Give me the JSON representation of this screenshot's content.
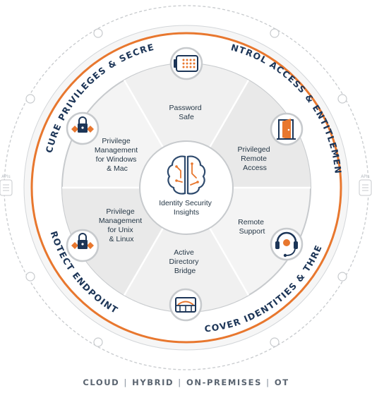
{
  "center": {
    "lines": [
      "Identity Security",
      "Insights"
    ]
  },
  "segments": [
    {
      "id": "password-safe",
      "lines": [
        "Password",
        "Safe"
      ]
    },
    {
      "id": "privileged-remote-access",
      "lines": [
        "Privileged",
        "Remote",
        "Access"
      ]
    },
    {
      "id": "remote-support",
      "lines": [
        "Remote",
        "Support"
      ]
    },
    {
      "id": "active-directory-bridge",
      "lines": [
        "Active",
        "Directory",
        "Bridge"
      ]
    },
    {
      "id": "privilege-management-unix-linux",
      "lines": [
        "Privilege",
        "Management",
        "for Unix",
        "& Linux"
      ]
    },
    {
      "id": "privilege-management-windows-mac",
      "lines": [
        "Privilege",
        "Management",
        "for Windows",
        "& Mac"
      ]
    }
  ],
  "ring_labels": {
    "top_left": "SECURE PRIVILEGES & SECRETS",
    "top_right": "CONTROL ACCESS & ENTITLEMENTS",
    "bottom_left": "PROTECT ENDPOINTS",
    "bottom_right": "DISCOVER IDENTITIES & THREATS"
  },
  "apis": {
    "left": "APIs",
    "right": "APIs"
  },
  "footer": {
    "items": [
      "CLOUD",
      "HYBRID",
      "ON-PREMISES",
      "OT"
    ]
  },
  "colors": {
    "orange": "#e8772e",
    "navy": "#1c3557",
    "steel": "#3d5a80",
    "ring_gray": "#c7cacd",
    "segment_light": "#f4f4f4",
    "segment_dark": "#e9e9e9"
  },
  "icons": {
    "password-safe": "safe-keypad-icon",
    "privileged-remote-access": "door-icon",
    "remote-support": "headset-icon",
    "active-directory-bridge": "bridge-icon",
    "privilege-management-unix-linux": "lock-shield-icon",
    "privilege-management-windows-mac": "lock-shield-icon",
    "center": "brain-circuit-icon"
  }
}
